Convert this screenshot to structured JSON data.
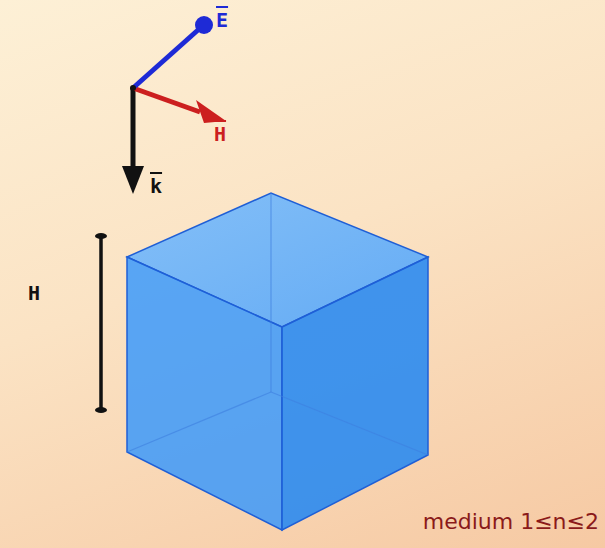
{
  "diagram": {
    "labels": [
      "E",
      "H",
      "k",
      "H",
      "medium 1≤n≤2"
    ]
  }
}
